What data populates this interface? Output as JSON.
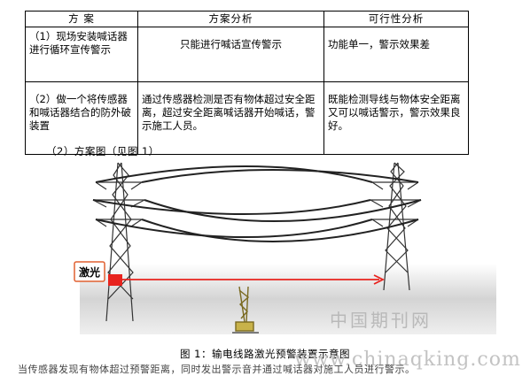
{
  "table": {
    "headers": [
      "方  案",
      "方案分析",
      "可行性分析"
    ],
    "rows": [
      [
        "（1）现场安装喊话器进行循环宣传警示",
        "只能进行喊话宣传警示",
        "功能单一，警示效果差"
      ],
      [
        "（2）做一个将传感器和喊话器结合的防外破装置",
        "通过传感器检测是否有物体超过安全距离，超过安全距离喊话器开始喊话，警示施工人员。",
        "既能检测导线与物体安全距离又可以喊话警示，警示效果良好。"
      ]
    ]
  },
  "caption_top": "（2）方案图（见图 1）",
  "figure": {
    "laser_label": "激光",
    "colors": {
      "laser": "#e8231e",
      "tower": "#333333",
      "wire": "#222222",
      "crane": "#8a7a2a"
    }
  },
  "fig_caption": "图 1：输电线路激光预警装置示意图",
  "watermarks": {
    "cn": "中国期刊网",
    "url": "www.chinaqking.com"
  },
  "bottom_text": "当传感器发现有物体超过预警距离，同时发出警示音并通过喊话器对施工人员进行警示。"
}
